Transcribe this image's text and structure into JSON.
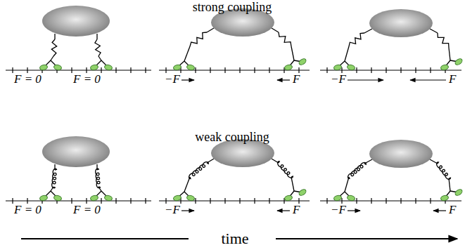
{
  "diagram": {
    "labels": [
      "strong coupling",
      "F = 0",
      "F = 0",
      "−F",
      "F",
      "−F",
      "F",
      "weak coupling",
      "F = 0",
      "F = 0",
      "−F",
      "F",
      "−F",
      "F",
      "time"
    ]
  }
}
